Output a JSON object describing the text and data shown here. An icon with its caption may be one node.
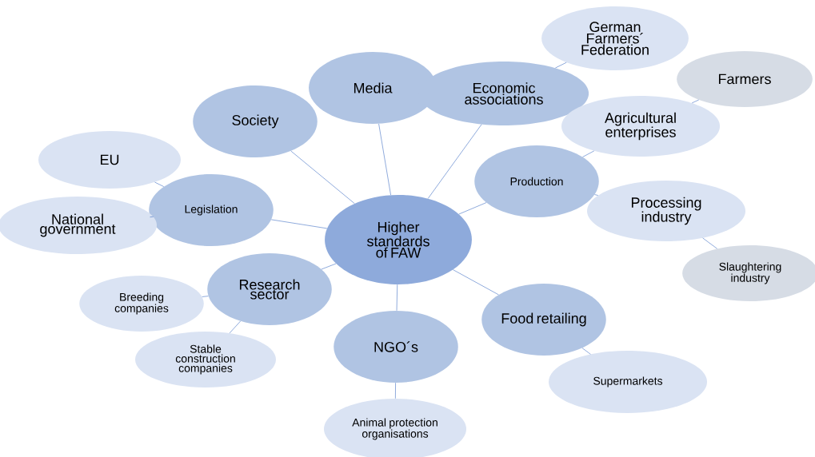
{
  "diagram": {
    "nodes": [
      {
        "text": [
          "Higher standards of FAW"
        ]
      },
      {
        "text": [
          "Media"
        ]
      },
      {
        "text": [
          "Society"
        ]
      },
      {
        "text": [
          "Economic associations"
        ]
      },
      {
        "text": [
          "German Farmers´ Federation"
        ]
      },
      {
        "text": [
          "Farmers"
        ]
      },
      {
        "text": [
          "Agricultural enterprises"
        ]
      },
      {
        "text": [
          "EU"
        ]
      },
      {
        "text": [
          "Legislation"
        ]
      },
      {
        "text": [
          "Production"
        ]
      },
      {
        "text": [
          "National government"
        ]
      },
      {
        "text": [
          "Processing industry"
        ]
      },
      {
        "text": [
          "Slaughtering industry"
        ]
      },
      {
        "text": [
          "Research sector"
        ]
      },
      {
        "text": [
          "Breeding companies"
        ]
      },
      {
        "text": [
          "Stable construction companies"
        ]
      },
      {
        "text": [
          "NGO´s"
        ]
      },
      {
        "text": [
          "Food retailing"
        ]
      },
      {
        "text": [
          "Supermarkets"
        ]
      },
      {
        "text": [
          "Animal protection organisations"
        ]
      }
    ],
    "edges": [
      {
        "from": 0,
        "to": 1,
        "arrow": "none"
      },
      {
        "from": 0,
        "to": 2,
        "arrow": "none"
      },
      {
        "from": 0,
        "to": 3,
        "arrow": "none"
      },
      {
        "from": 3,
        "to": 4,
        "arrow": "none"
      },
      {
        "from": 0,
        "to": 8,
        "arrow": "none"
      },
      {
        "from": 8,
        "to": 7,
        "arrow": "none"
      },
      {
        "from": 8,
        "to": 10,
        "arrow": "none"
      },
      {
        "from": 0,
        "to": 9,
        "arrow": "none"
      },
      {
        "from": 9,
        "to": 6,
        "arrow": "none"
      },
      {
        "from": 6,
        "to": 5,
        "arrow": "none"
      },
      {
        "from": 9,
        "to": 11,
        "arrow": "none"
      },
      {
        "from": 11,
        "to": 12,
        "arrow": "none"
      },
      {
        "from": 0,
        "to": 13,
        "arrow": "none"
      },
      {
        "from": 13,
        "to": 14,
        "arrow": "none"
      },
      {
        "from": 13,
        "to": 15,
        "arrow": "none"
      },
      {
        "from": 0,
        "to": 16,
        "arrow": "none"
      },
      {
        "from": 16,
        "to": 19,
        "arrow": "none"
      },
      {
        "from": 0,
        "to": 17,
        "arrow": "none"
      },
      {
        "from": 17,
        "to": 18,
        "arrow": "none"
      }
    ]
  }
}
